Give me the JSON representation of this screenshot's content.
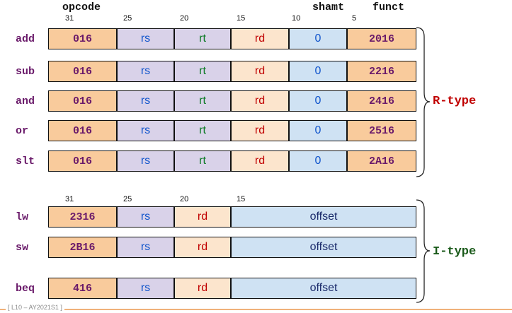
{
  "header_r": {
    "opcode": "opcode",
    "shamt": "shamt",
    "funct": "funct",
    "bits": [
      "31",
      "25",
      "20",
      "15",
      "10",
      "5"
    ]
  },
  "header_i": {
    "bits": [
      "31",
      "25",
      "20",
      "15"
    ]
  },
  "r_rows": [
    {
      "mnemonic": "add",
      "opcode": "0",
      "rs": "rs",
      "rt": "rt",
      "rd": "rd",
      "shamt": "0",
      "funct": "20"
    },
    {
      "mnemonic": "sub",
      "opcode": "0",
      "rs": "rs",
      "rt": "rt",
      "rd": "rd",
      "shamt": "0",
      "funct": "22"
    },
    {
      "mnemonic": "and",
      "opcode": "0",
      "rs": "rs",
      "rt": "rt",
      "rd": "rd",
      "shamt": "0",
      "funct": "24"
    },
    {
      "mnemonic": "or",
      "opcode": "0",
      "rs": "rs",
      "rt": "rt",
      "rd": "rd",
      "shamt": "0",
      "funct": "25"
    },
    {
      "mnemonic": "slt",
      "opcode": "0",
      "rs": "rs",
      "rt": "rt",
      "rd": "rd",
      "shamt": "0",
      "funct": "2A"
    }
  ],
  "i_rows": [
    {
      "mnemonic": "lw",
      "opcode": "23",
      "rs": "rs",
      "rd": "rd",
      "offset": "offset"
    },
    {
      "mnemonic": "sw",
      "opcode": "2B",
      "rs": "rs",
      "rd": "rd",
      "offset": "offset"
    },
    {
      "mnemonic": "beq",
      "opcode": "4",
      "rs": "rs",
      "rd": "rd",
      "offset": "offset"
    }
  ],
  "base_subscript": "16",
  "type_labels": {
    "r": "R-type",
    "i": "I-type"
  },
  "type_colors": {
    "r": "#c00000",
    "i": "#1a5a1a"
  },
  "footer": "[ L10 – AY2021S1 ]"
}
